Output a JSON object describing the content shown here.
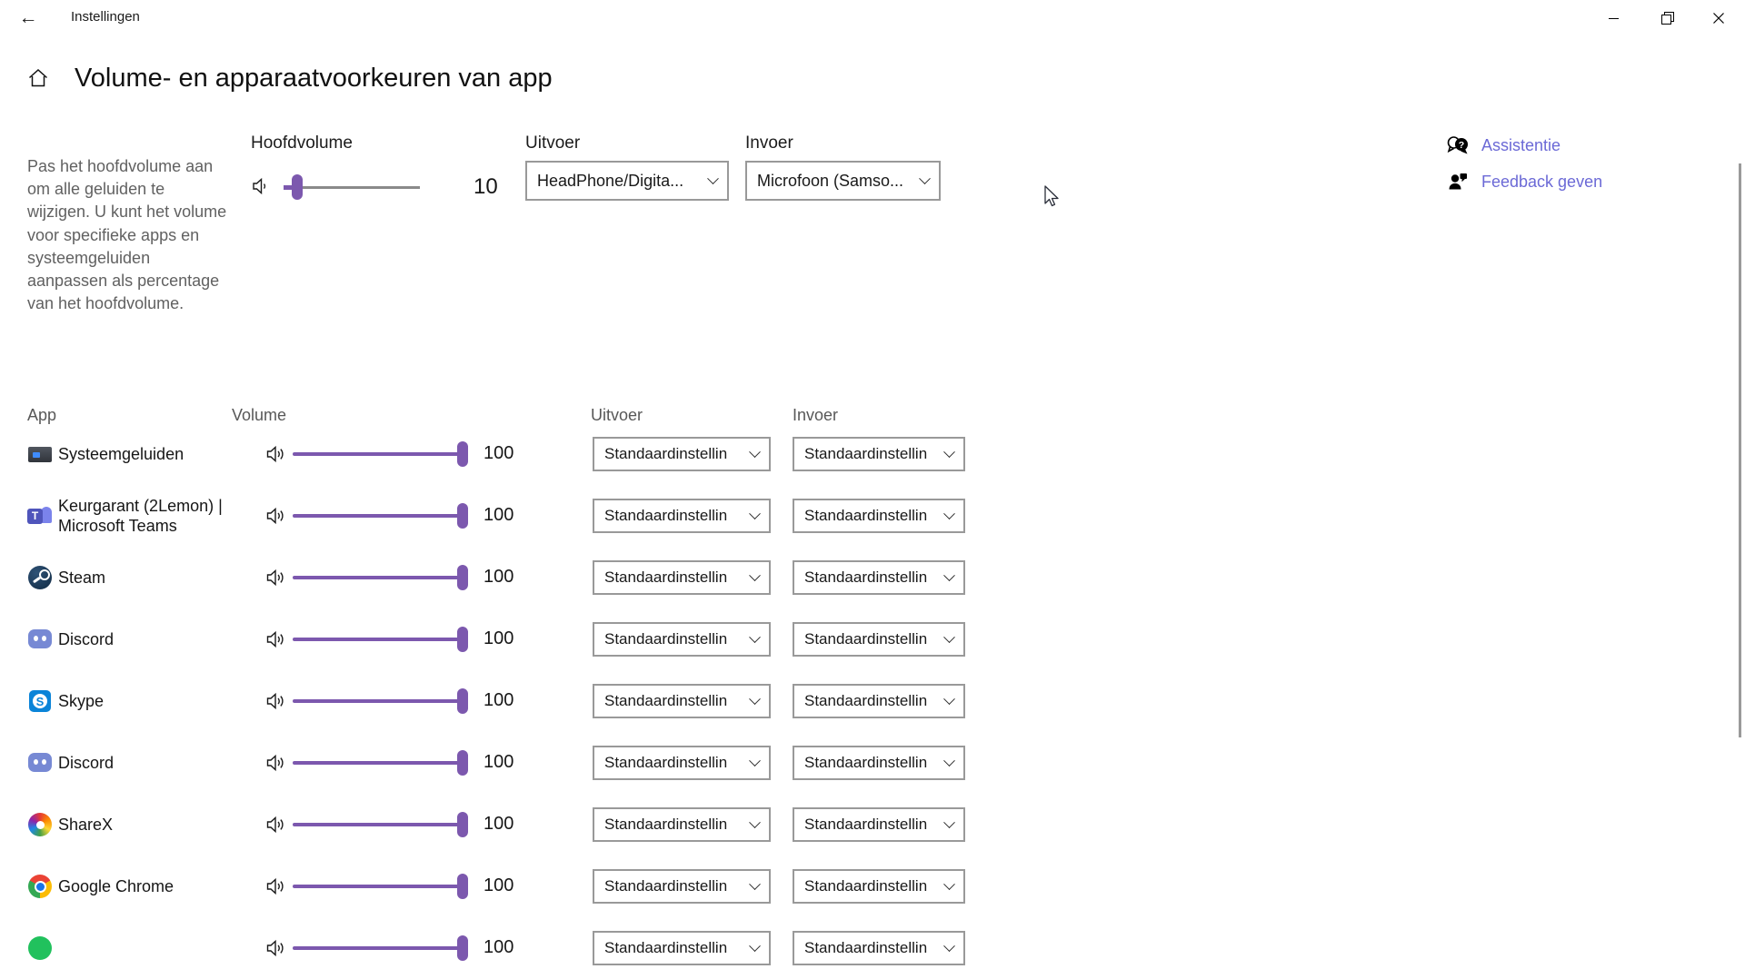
{
  "window": {
    "title": "Instellingen"
  },
  "page": {
    "title": "Volume- en apparaatvoorkeuren van app",
    "description": "Pas het hoofdvolume aan om alle geluiden te wijzigen. U kunt het volume voor specifieke apps en systeemgeluiden aanpassen als percentage van het hoofdvolume."
  },
  "master": {
    "volume_label": "Hoofdvolume",
    "volume_value": "10",
    "volume_percent": 10,
    "output_label": "Uitvoer",
    "output_value": "HeadPhone/Digita...",
    "input_label": "Invoer",
    "input_value": "Microfoon (Samso..."
  },
  "help_links": [
    {
      "label": "Assistentie",
      "icon": "chat-question-icon"
    },
    {
      "label": "Feedback geven",
      "icon": "person-feedback-icon"
    }
  ],
  "app_list": {
    "headers": {
      "app": "App",
      "volume": "Volume",
      "output": "Uitvoer",
      "input": "Invoer"
    },
    "rows": [
      {
        "name": "Systeemgeluiden",
        "icon": "system-sounds",
        "volume": "100",
        "output": "Standaardinstellin",
        "input": "Standaardinstellin"
      },
      {
        "name": "Keurgarant (2Lemon) | Microsoft Teams",
        "icon": "teams",
        "volume": "100",
        "output": "Standaardinstellin",
        "input": "Standaardinstellin"
      },
      {
        "name": "Steam",
        "icon": "steam",
        "volume": "100",
        "output": "Standaardinstellin",
        "input": "Standaardinstellin"
      },
      {
        "name": "Discord",
        "icon": "discord",
        "volume": "100",
        "output": "Standaardinstellin",
        "input": "Standaardinstellin"
      },
      {
        "name": "Skype",
        "icon": "skype",
        "volume": "100",
        "output": "Standaardinstellin",
        "input": "Standaardinstellin"
      },
      {
        "name": "Discord",
        "icon": "discord",
        "volume": "100",
        "output": "Standaardinstellin",
        "input": "Standaardinstellin"
      },
      {
        "name": "ShareX",
        "icon": "sharex",
        "volume": "100",
        "output": "Standaardinstellin",
        "input": "Standaardinstellin"
      },
      {
        "name": "Google Chrome",
        "icon": "chrome",
        "volume": "100",
        "output": "Standaardinstellin",
        "input": "Standaardinstellin"
      },
      {
        "name": "",
        "icon": "unknown-green",
        "volume": "100",
        "output": "Standaardinstellin",
        "input": "Standaardinstellin"
      }
    ]
  },
  "colors": {
    "accent_link": "#6b69d6",
    "accent_slider": "#7c58ae"
  }
}
